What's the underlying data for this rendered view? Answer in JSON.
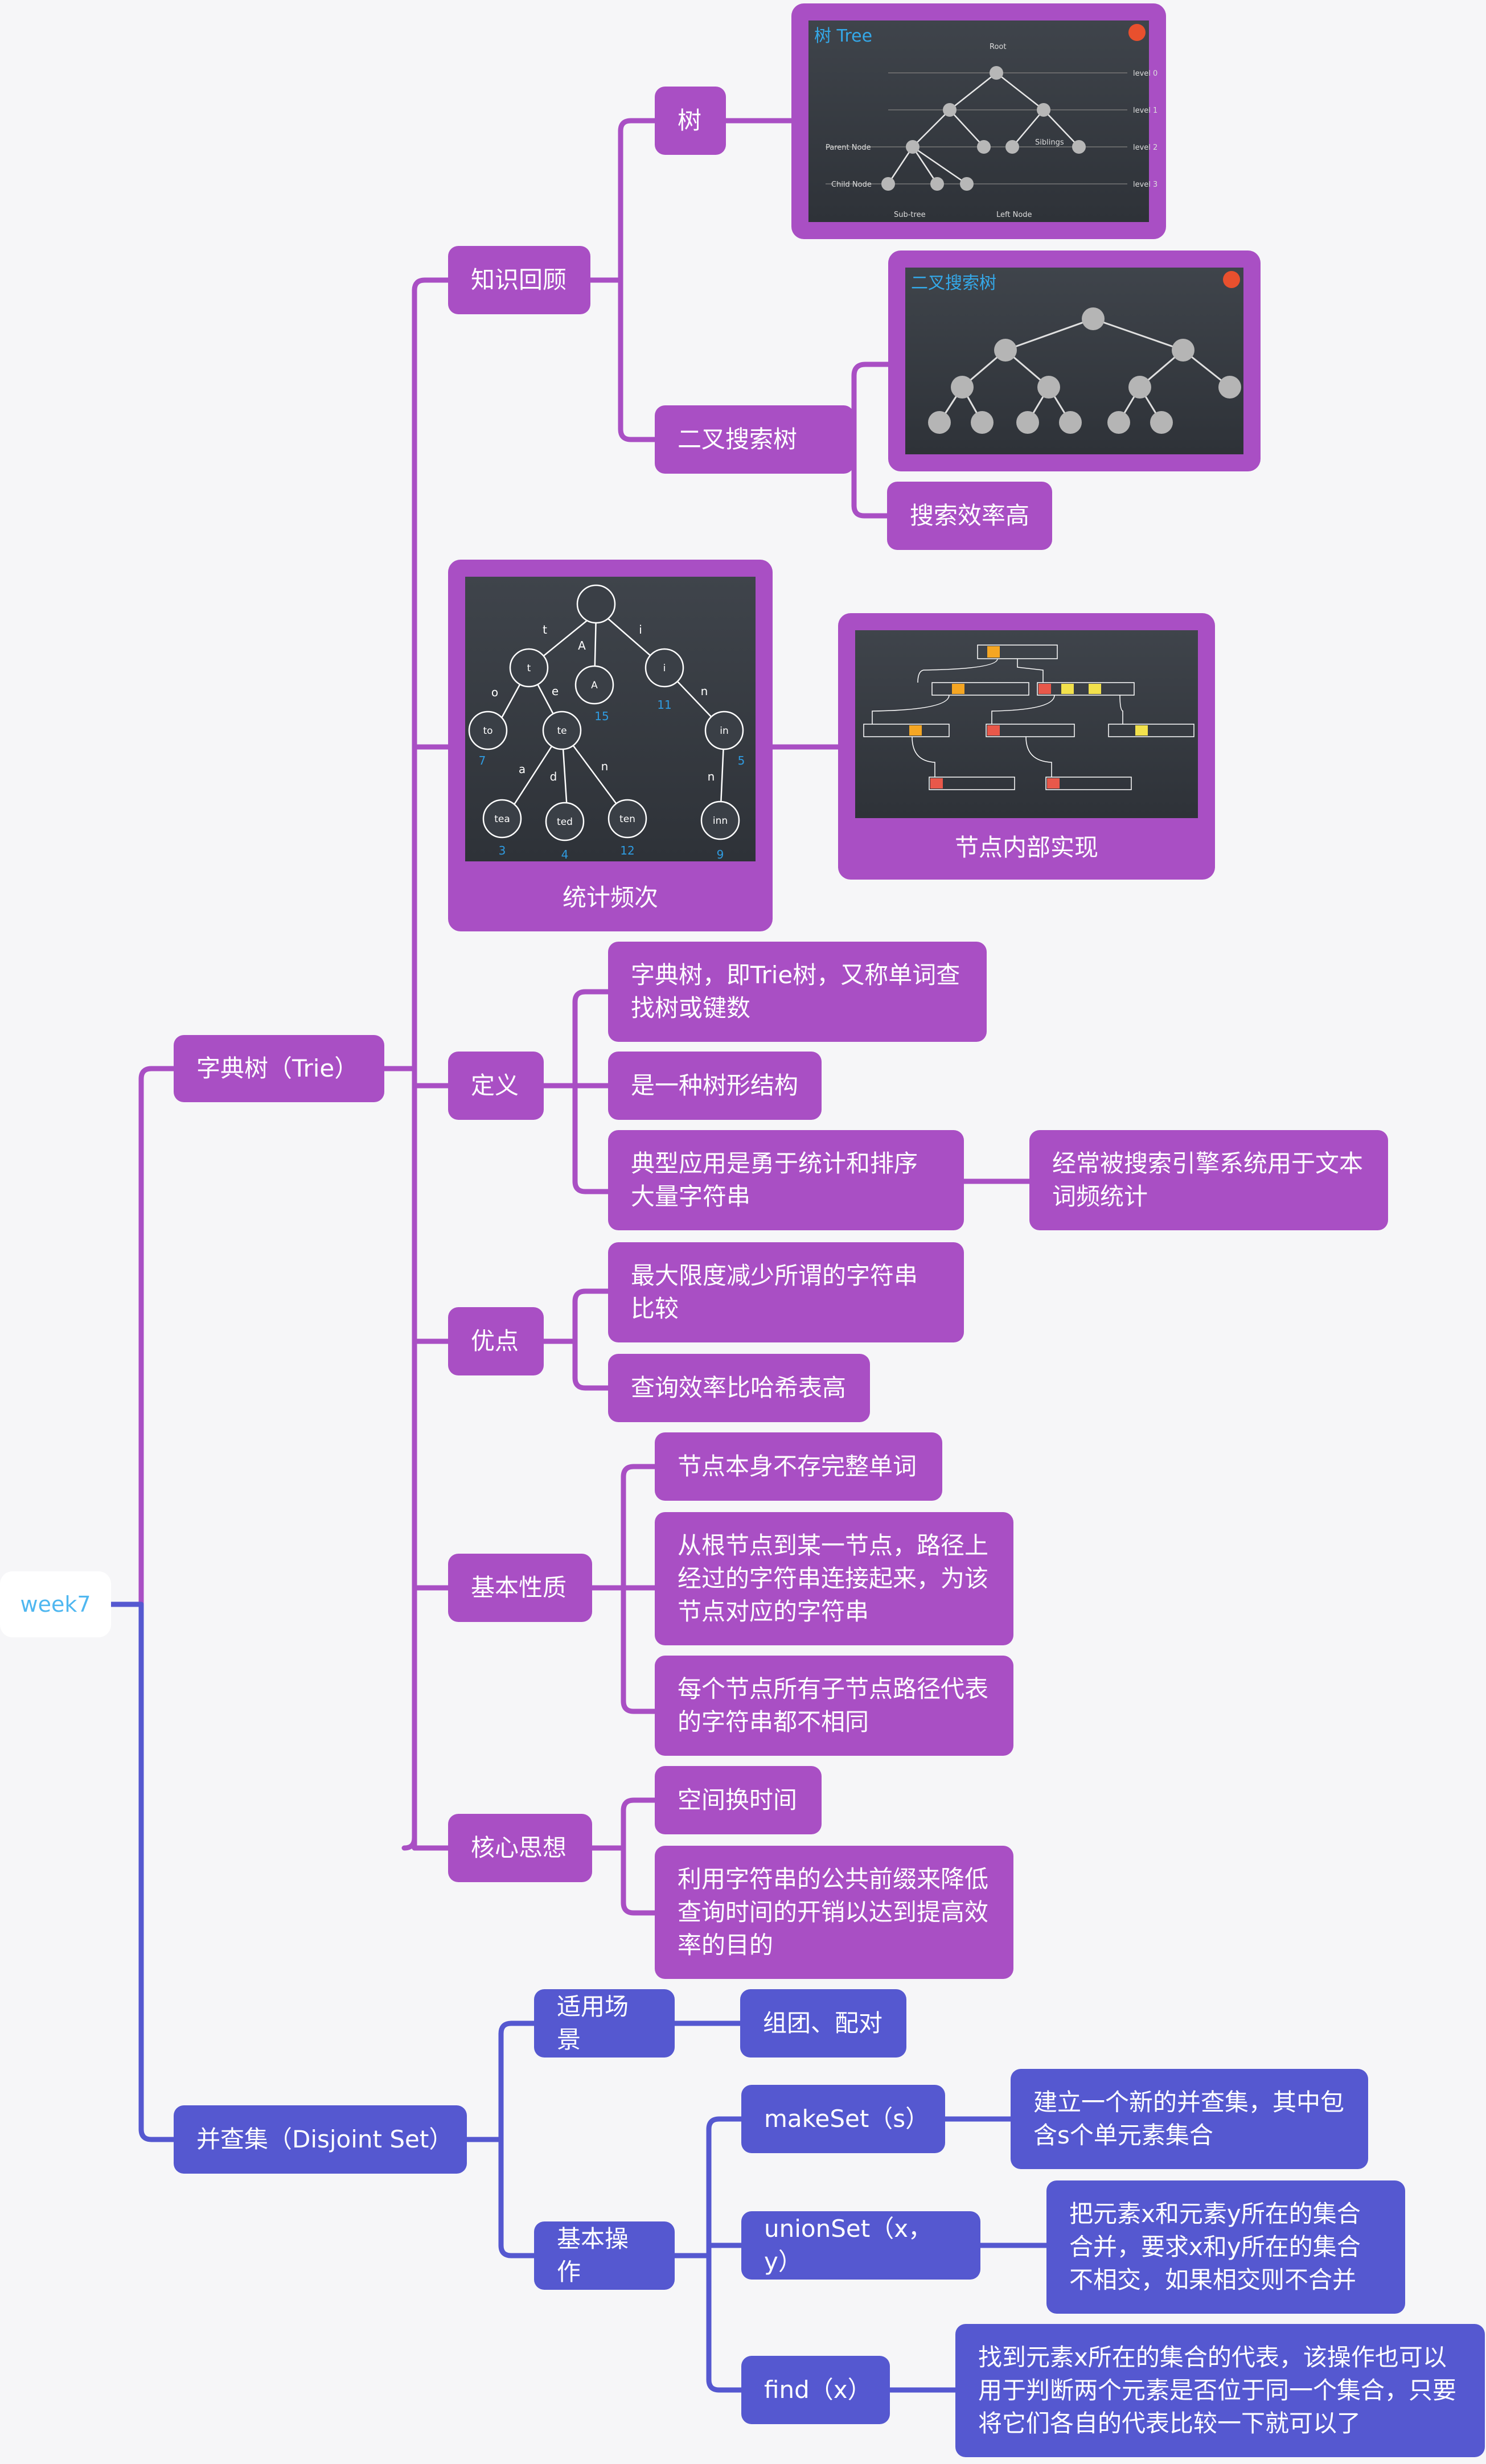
{
  "root": {
    "label": "week7"
  },
  "trie": {
    "label": "字典树（Trie）",
    "review": {
      "label": "知识回顾",
      "tree": {
        "label": "树",
        "image_title": "树 Tree",
        "image_labels": {
          "root": "Root",
          "levels": [
            "level 0",
            "level 1",
            "level 2",
            "level 3"
          ],
          "parent": "Parent Node",
          "siblings": "Siblings",
          "child": "Child Node",
          "subtree": "Sub-tree",
          "leftnode": "Left Node"
        }
      },
      "bst": {
        "label": "二叉搜索树",
        "image_title": "二叉搜索树",
        "efficiency": "搜索效率高"
      }
    },
    "stats": {
      "caption": "统计频次",
      "edge_labels": [
        "t",
        "i",
        "A",
        "o",
        "e",
        "n",
        "a",
        "d",
        "n",
        "n"
      ],
      "node_labels": [
        "t",
        "A",
        "i",
        "to",
        "te",
        "in",
        "tea",
        "ted",
        "ten",
        "inn"
      ],
      "counts": [
        "15",
        "11",
        "7",
        "5",
        "3",
        "4",
        "12",
        "9"
      ]
    },
    "impl": {
      "caption": "节点内部实现"
    },
    "definition": {
      "label": "定义",
      "items": [
        "字典树，即Trie树，又称单词查找树或键数",
        "是一种树形结构",
        "典型应用是勇于统计和排序大量字符串"
      ],
      "usage": "经常被搜索引擎系统用于文本词频统计"
    },
    "advantages": {
      "label": "优点",
      "items": [
        "最大限度减少所谓的字符串比较",
        "查询效率比哈希表高"
      ]
    },
    "properties": {
      "label": "基本性质",
      "items": [
        "节点本身不存完整单词",
        "从根节点到某一节点，路径上经过的字符串连接起来，为该节点对应的字符串",
        "每个节点所有子节点路径代表的字符串都不相同"
      ]
    },
    "core": {
      "label": "核心思想",
      "items": [
        "空间换时间",
        "利用字符串的公共前缀来降低查询时间的开销以达到提高效率的目的"
      ]
    }
  },
  "dsu": {
    "label": "并查集（Disjoint Set）",
    "scenario": {
      "label": "适用场景",
      "item": "组团、配对"
    },
    "ops": {
      "label": "基本操作",
      "make": {
        "label": "makeSet（s）",
        "desc": "建立一个新的并查集，其中包含s个单元素集合"
      },
      "union": {
        "label": "unionSet（x，y）",
        "desc": "把元素x和元素y所在的集合合并，要求x和y所在的集合不相交，如果相交则不合并"
      },
      "find": {
        "label": "find（x）",
        "desc": "找到元素x所在的集合的代表，该操作也可以用于判断两个元素是否位于同一个集合，只要将它们各自的代表比较一下就可以了"
      }
    }
  },
  "colors": {
    "trie": "#a94fc4",
    "dsu": "#5558d0",
    "root_text": "#4fb7f0"
  }
}
